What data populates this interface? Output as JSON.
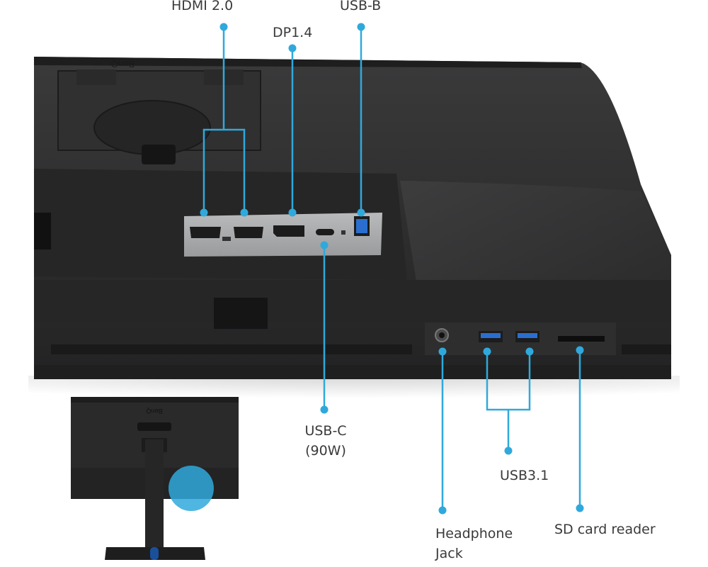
{
  "labels": {
    "hdmi": "HDMI 2.0",
    "dp": "DP1.4",
    "usb_b": "USB-B",
    "usb_c_line1": "USB-C",
    "usb_c_line2": "(90W)",
    "usb31": "USB3.1",
    "headphone_line1": "Headphone",
    "headphone_line2": "Jack",
    "sd": "SD card reader"
  },
  "logo": {
    "brand": "BenQ"
  },
  "colors": {
    "accent": "#2fa9dc",
    "label_text": "#3a3a3a",
    "monitor_body": "#2b2b2c",
    "port_panel": "#a9aaac"
  }
}
